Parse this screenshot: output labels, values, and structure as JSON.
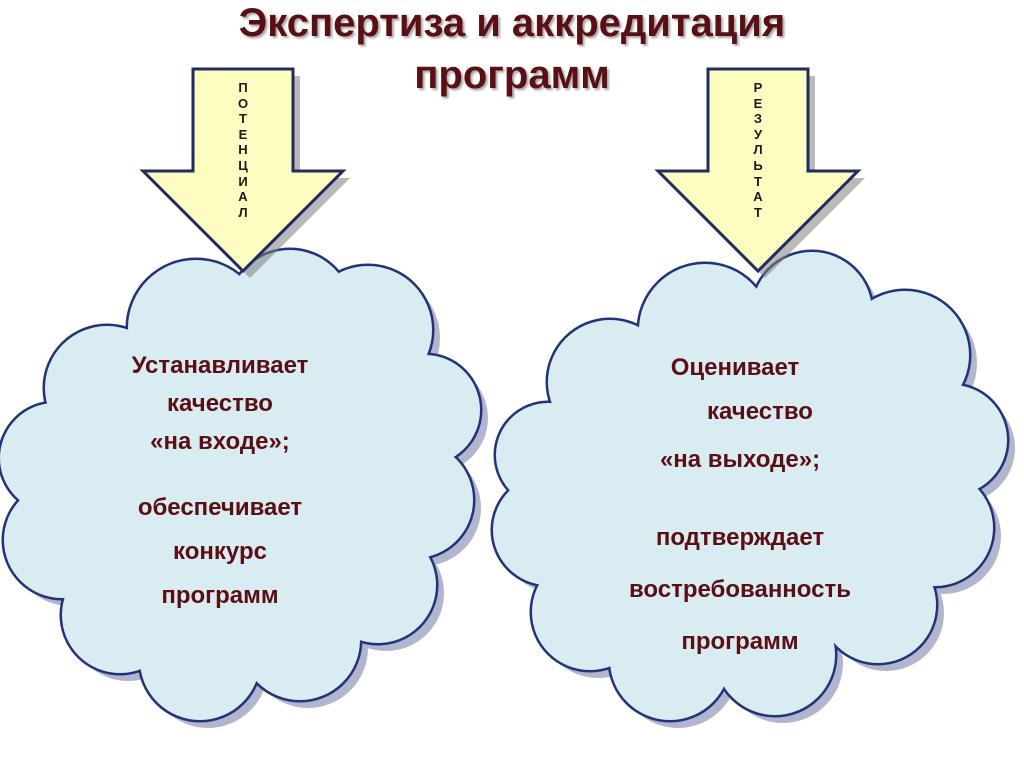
{
  "title": {
    "line1": "Экспертиза и аккредитация",
    "line2": "программ"
  },
  "arrows": {
    "left_word": "ПОТЕНЦИАЛ",
    "right_word": "РЕЗУЛЬТАТ",
    "fill_color": "#fdfdc2",
    "stroke_color": "#1f2d5c"
  },
  "cloud_left": {
    "line1": "Устанавливает",
    "line2": "качество",
    "line3": "«на входе»;",
    "line4": "обеспечивает",
    "line5": "конкурс",
    "line6": "программ"
  },
  "cloud_right": {
    "line1": "Оценивает",
    "line2": "качество",
    "line3": "«на выходе»;",
    "line4": "подтверждает",
    "line5": "востребованность",
    "line6": "программ"
  },
  "colors": {
    "cloud_fill": "#d8ecf1",
    "cloud_stroke": "#22337a",
    "text": "#5a0f14"
  }
}
